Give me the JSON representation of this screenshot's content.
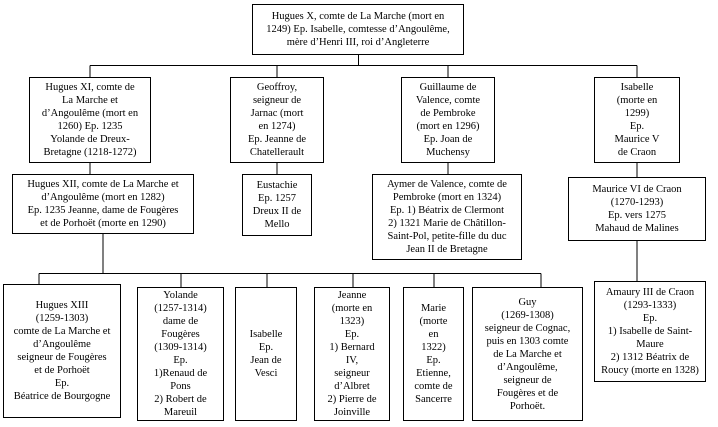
{
  "nodes": {
    "hugues_x": "Hugues X, comte de La Marche (mort en\n1249) Ep. Isabelle, comtesse d’Angoulême,\nmère d’Henri III, roi d’Angleterre",
    "hugues_xi": "Hugues XI, comte de\nLa Marche et\nd’Angoulême (mort en\n1260) Ep. 1235\nYolande de Dreux-\nBretagne (1218-1272)",
    "geoffroy": "Geoffroy,\nseigneur de\nJarnac (mort\nen 1274)\nEp. Jeanne de\nChatellerault",
    "guillaume": "Guillaume de\nValence, comte\nde Pembroke\n(mort en 1296)\nEp. Joan de\nMuchensy",
    "isabelle_fille": "Isabelle\n(morte en\n1299)\nEp.\nMaurice V\nde Craon",
    "hugues_xii": "Hugues XII, comte de La Marche et\nd’Angoulême (mort en 1282)\nEp. 1235 Jeanne, dame de Fougères\net de Porhoët (morte en 1290)",
    "eustachie": "Eustachie\nEp. 1257\nDreux II de\nMello",
    "aymer": "Aymer de Valence, comte de\nPembroke (mort en 1324)\nEp. 1) Béatrix de Clermont\n2) 1321 Marie de Châtillon-\nSaint-Pol, petite-fille du duc\nJean II de Bretagne",
    "maurice_vi": "Maurice VI de Craon\n(1270-1293)\nEp. vers 1275\nMahaud de Malines",
    "hugues_xiii": "Hugues XIII\n(1259-1303)\ncomte de La Marche et\nd’Angoulême\nseigneur de Fougères\net de Porhoët\nEp.\nBéatrice de Bourgogne",
    "yolande": "Yolande\n(1257-1314)\ndame de\nFougères\n(1309-1314)\nEp.\n1)Renaud de\nPons\n2) Robert de\nMareuil",
    "isabelle_vesci": "Isabelle\nEp.\nJean de\nVesci",
    "jeanne": "Jeanne\n(morte en\n1323)\nEp.\n1) Bernard\nIV,\nseigneur\nd’Albret\n2) Pierre de\nJoinville",
    "marie": "Marie\n(morte\nen\n1322)\nEp.\nEtienne,\ncomte de\nSancerre",
    "guy": "Guy\n(1269-1308)\nseigneur de Cognac,\npuis en 1303 comte\nde La Marche et\nd’Angoulême,\nseigneur de\nFougères et de\nPorhoët.",
    "amaury": "Amaury III de Craon\n(1293-1333)\nEp.\n1) Isabelle de Saint-\nMaure\n2) 1312 Béatrix de\nRoucy (morte en 1328)"
  }
}
